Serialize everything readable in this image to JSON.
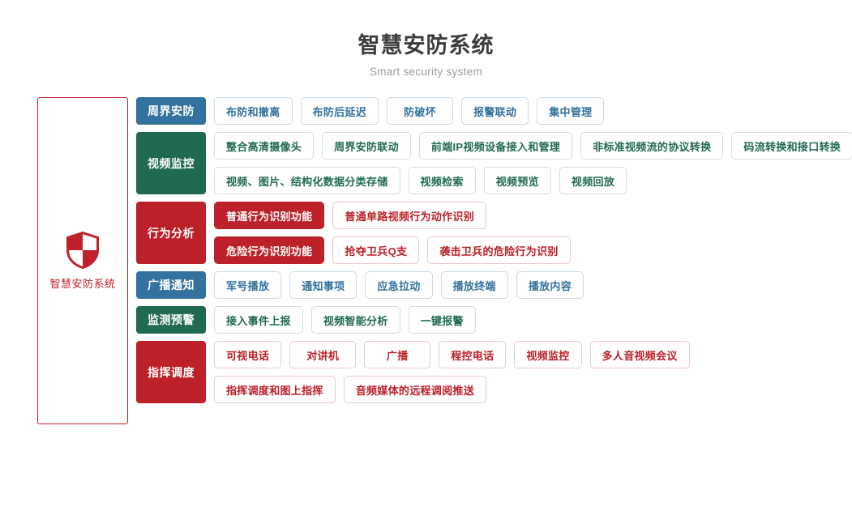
{
  "header": {
    "title": "智慧安防系统",
    "subtitle": "Smart security system"
  },
  "brand": {
    "icon": "shield-icon",
    "label": "智慧安防系统",
    "color": "#c0202a"
  },
  "colors": {
    "blue": "#33719e",
    "green": "#206b4d",
    "red": "#bc2028",
    "title": "#3b3b3b",
    "subtitle": "#9b9b9b"
  },
  "rows": [
    {
      "label": "周界安防",
      "theme": "blue",
      "lines": [
        [
          {
            "text": "布防和撤离",
            "style": "outline"
          },
          {
            "text": "布防后延迟",
            "style": "outline"
          },
          {
            "text": "防破坏",
            "style": "outline"
          },
          {
            "text": "报警联动",
            "style": "outline"
          },
          {
            "text": "集中管理",
            "style": "outline"
          }
        ]
      ]
    },
    {
      "label": "视频监控",
      "theme": "green",
      "lines": [
        [
          {
            "text": "整合高清摄像头",
            "style": "outline"
          },
          {
            "text": "周界安防联动",
            "style": "outline"
          },
          {
            "text": "前端IP视频设备接入和管理",
            "style": "outline"
          },
          {
            "text": "非标准视频流的协议转换",
            "style": "outline"
          },
          {
            "text": "码流转换和接口转换",
            "style": "outline"
          }
        ],
        [
          {
            "text": "视频、图片、结构化数据分类存储",
            "style": "outline"
          },
          {
            "text": "视频检索",
            "style": "outline"
          },
          {
            "text": "视频预览",
            "style": "outline"
          },
          {
            "text": "视频回放",
            "style": "outline"
          }
        ]
      ]
    },
    {
      "label": "行为分析",
      "theme": "red",
      "lines": [
        [
          {
            "text": "普通行为识别功能",
            "style": "filled"
          },
          {
            "text": "普通单路视频行为动作识别",
            "style": "outline"
          }
        ],
        [
          {
            "text": "危险行为识别功能",
            "style": "filled"
          },
          {
            "text": "抢夺卫兵Q支",
            "style": "outline"
          },
          {
            "text": "袭击卫兵的危险行为识别",
            "style": "outline"
          }
        ]
      ]
    },
    {
      "label": "广播通知",
      "theme": "blue",
      "lines": [
        [
          {
            "text": "军号播放",
            "style": "outline"
          },
          {
            "text": "通知事项",
            "style": "outline"
          },
          {
            "text": "应急拉动",
            "style": "outline"
          },
          {
            "text": "播放终端",
            "style": "outline"
          },
          {
            "text": "播放内容",
            "style": "outline"
          }
        ]
      ]
    },
    {
      "label": "监测预警",
      "theme": "green",
      "lines": [
        [
          {
            "text": "接入事件上报",
            "style": "outline"
          },
          {
            "text": "视频智能分析",
            "style": "outline"
          },
          {
            "text": "一键报警",
            "style": "outline"
          }
        ]
      ]
    },
    {
      "label": "指挥调度",
      "theme": "red",
      "lines": [
        [
          {
            "text": "可视电话",
            "style": "outline"
          },
          {
            "text": "对讲机",
            "style": "outline"
          },
          {
            "text": "广播",
            "style": "outline"
          },
          {
            "text": "程控电话",
            "style": "outline"
          },
          {
            "text": "视频监控",
            "style": "outline"
          },
          {
            "text": "多人音视频会议",
            "style": "outline"
          }
        ],
        [
          {
            "text": "指挥调度和图上指挥",
            "style": "outline"
          },
          {
            "text": "音频媒体的远程调阅推送",
            "style": "outline"
          }
        ]
      ]
    }
  ]
}
